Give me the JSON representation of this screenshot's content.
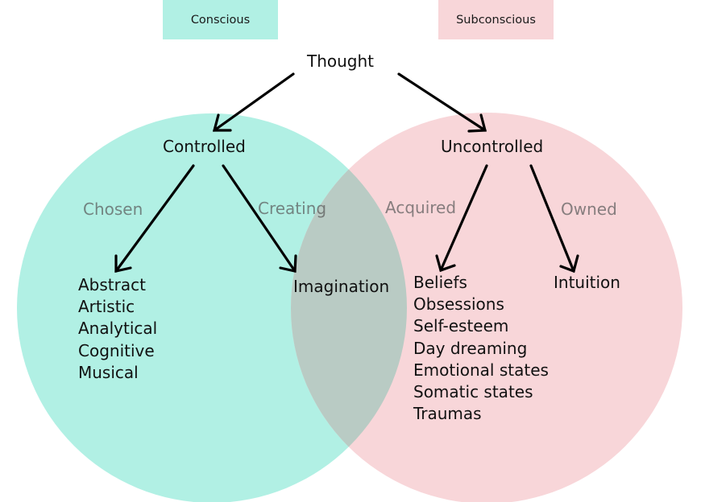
{
  "colors": {
    "conscious": "#b1f0e4",
    "subconscious": "#f8d6d9",
    "overlap": "#b9cbc4",
    "arrow": "#000000",
    "edge_label": "#6b6b6b"
  },
  "legend": {
    "conscious": "Conscious",
    "subconscious": "Subconscious"
  },
  "nodes": {
    "root": "Thought",
    "controlled": "Controlled",
    "uncontrolled": "Uncontrolled",
    "imagination": "Imagination",
    "intuition": "Intuition"
  },
  "edge_labels": {
    "chosen": "Chosen",
    "creating": "Creating",
    "acquired": "Acquired",
    "owned": "Owned"
  },
  "lists": {
    "controlled_items": [
      "Abstract",
      "Artistic",
      "Analytical",
      "Cognitive",
      "Musical"
    ],
    "uncontrolled_items": [
      "Beliefs",
      "Obsessions",
      "Self-esteem",
      "Day dreaming",
      "Emotional states",
      "Somatic states",
      "Traumas"
    ]
  },
  "edges": [
    {
      "from": "Thought",
      "to": "Controlled",
      "label": ""
    },
    {
      "from": "Thought",
      "to": "Uncontrolled",
      "label": ""
    },
    {
      "from": "Controlled",
      "to": "Abstract list",
      "label": "Chosen"
    },
    {
      "from": "Controlled",
      "to": "Imagination",
      "label": "Creating"
    },
    {
      "from": "Uncontrolled",
      "to": "Beliefs list",
      "label": "Acquired"
    },
    {
      "from": "Uncontrolled",
      "to": "Intuition",
      "label": "Owned"
    }
  ]
}
